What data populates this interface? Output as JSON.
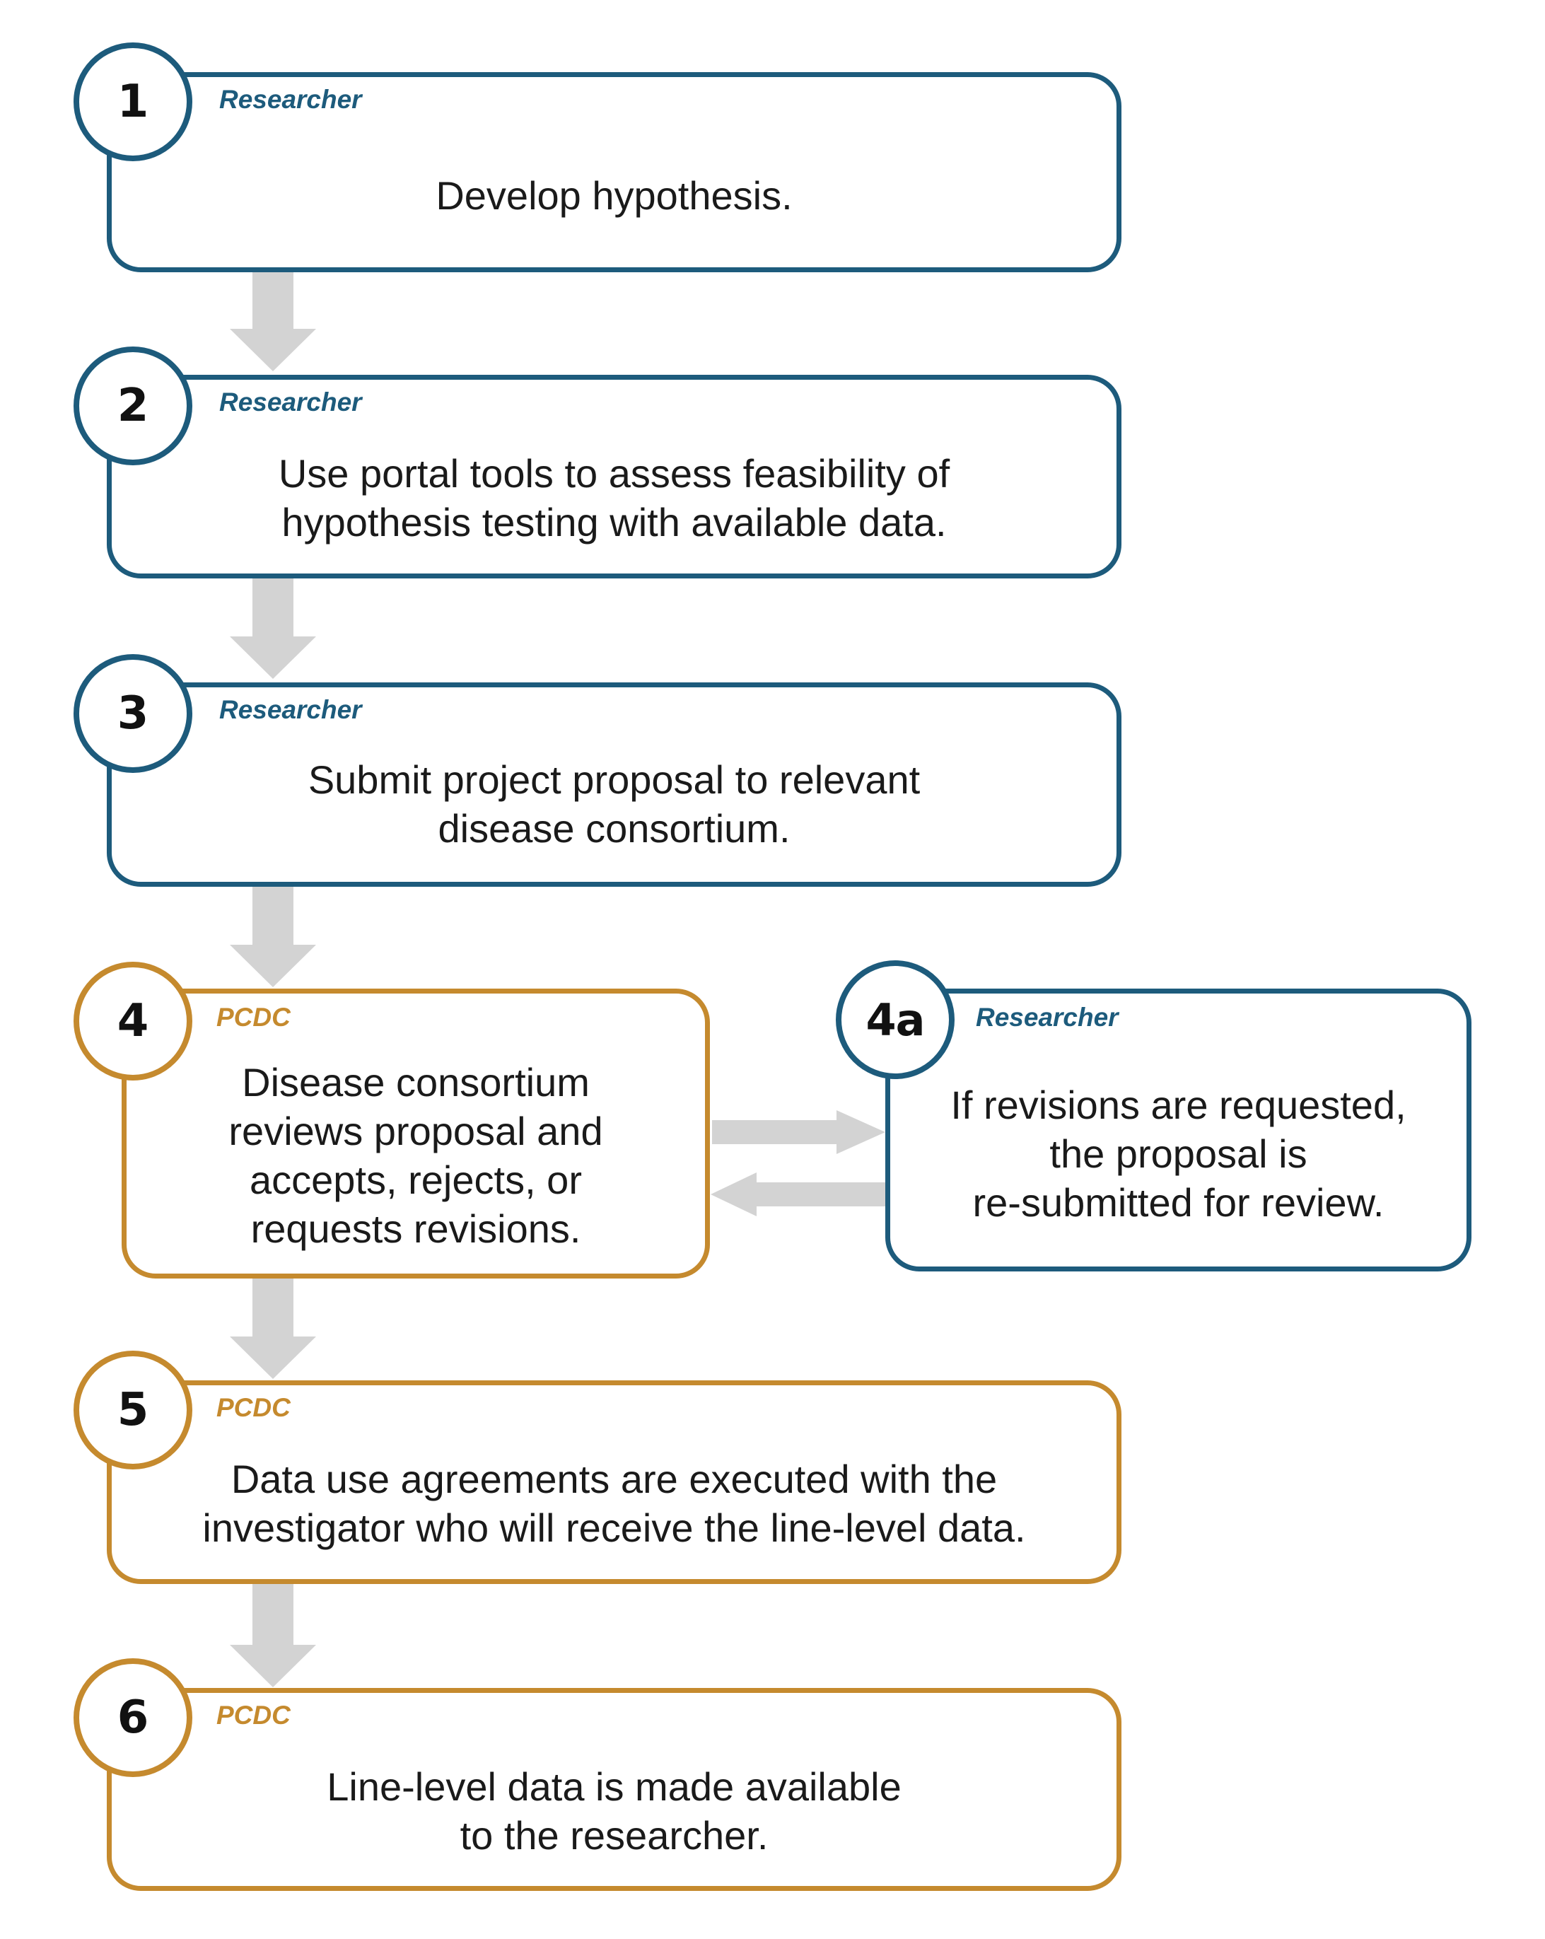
{
  "steps": [
    {
      "id": "1",
      "number": "1",
      "actor": "Researcher",
      "theme": "blue",
      "text": "Develop hypothesis."
    },
    {
      "id": "2",
      "number": "2",
      "actor": "Researcher",
      "theme": "blue",
      "text": "Use portal tools to assess feasibility of\nhypothesis testing with available data."
    },
    {
      "id": "3",
      "number": "3",
      "actor": "Researcher",
      "theme": "blue",
      "text": "Submit project proposal to relevant\ndisease consortium."
    },
    {
      "id": "4",
      "number": "4",
      "actor": "PCDC",
      "theme": "gold",
      "text": "Disease consortium\nreviews proposal and\naccepts, rejects, or\nrequests revisions."
    },
    {
      "id": "4a",
      "number": "4a",
      "actor": "Researcher",
      "theme": "blue",
      "text": "If revisions are requested,\nthe proposal is\nre-submitted for review."
    },
    {
      "id": "5",
      "number": "5",
      "actor": "PCDC",
      "theme": "gold",
      "text": "Data use agreements are executed with the\ninvestigator who will receive the line-level data."
    },
    {
      "id": "6",
      "number": "6",
      "actor": "PCDC",
      "theme": "gold",
      "text": "Line-level data is made available\nto the researcher."
    }
  ],
  "colors": {
    "researcher": "#1d5b7c",
    "pcdc": "#c58a2e",
    "arrow": "#d3d3d3",
    "text": "#1a1a1a"
  }
}
